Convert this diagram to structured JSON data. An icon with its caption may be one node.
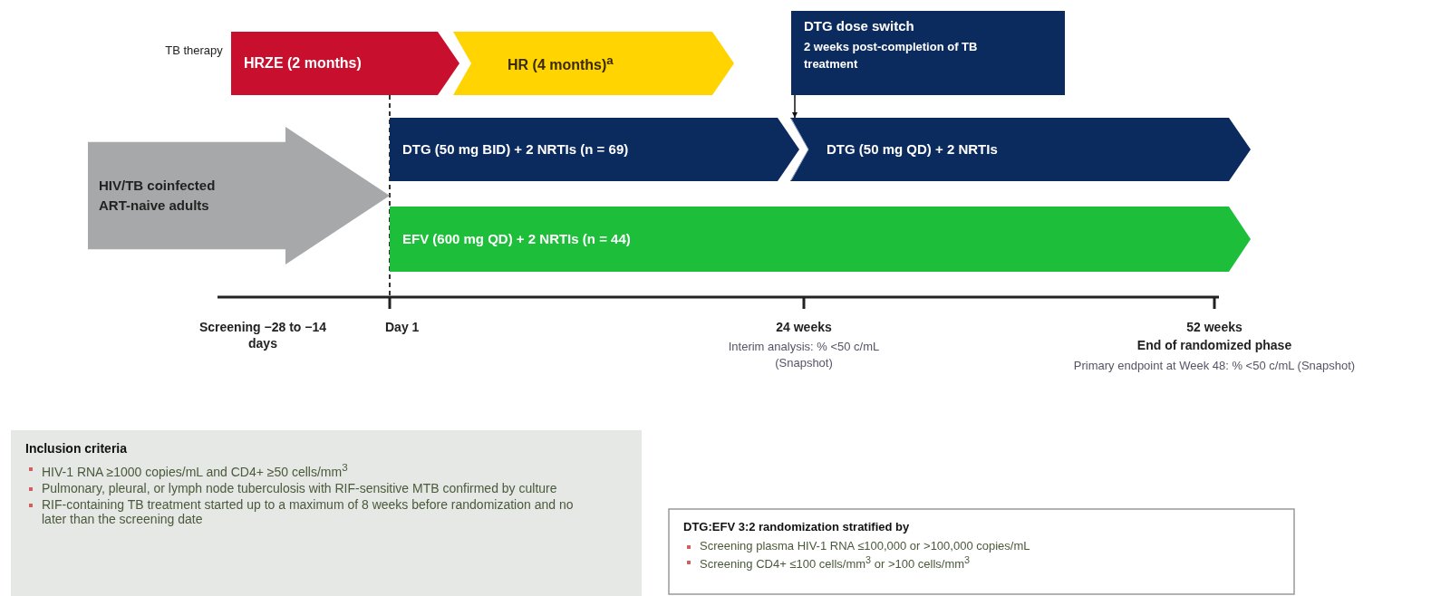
{
  "diagram": {
    "nodes": [
      {
        "text": [
          "HRZE (2 months)"
        ],
        "beside": [
          "TB therapy"
        ]
      },
      {
        "text": [
          "HR (4 months)$^{a}$"
        ]
      },
      {
        "text": [
          "DTG dose switch",
          "2 weeks post-completion of TB treatment"
        ]
      },
      {
        "text": [
          "HIV/TB coinfected ART-naive adults"
        ]
      },
      {
        "text": [
          "DTG (50 mg BID) + 2 NRTIs (n = 69)"
        ]
      },
      {
        "text": [
          "DTG (50 mg QD) + 2 NRTIs"
        ]
      },
      {
        "text": [
          "EFV (600 mg QD) + 2 NRTIs (n = 44)"
        ]
      },
      {
        "text": [
          "Inclusion criteria",
          "HIV-1 RNA ≥1000 copies/mL and CD4+ ≥50 cells/mm$^{3}$",
          "Pulmonary, pleural, or lymph node tuberculosis with RIF-sensitive MTB confirmed by culture",
          "RIF-containing TB treatment started up to a maximum of 8 weeks before randomization and no later than the screening date"
        ]
      },
      {
        "text": [
          "DTG:EFV 3:2 randomization stratified by",
          "Screening plasma HIV-1 RNA ≤100,000 or >100,000 copies/mL",
          "Screening CD4+ ≤100 cells/mm$^{3}$ or >100 cells/mm$^{3}$"
        ]
      }
    ],
    "edges": [
      {
        "from": 2,
        "to": 5,
        "arrow": "to"
      }
    ],
    "labels": [
      "Screening −28 to −14 days",
      "Day 1",
      "24 weeks",
      "Interim analysis: % <50 c/mL (Snapshot)",
      "52 weeks",
      "End of randomized phase",
      "Primary endpoint at Week 48: % <50 c/mL (Snapshot)"
    ]
  }
}
